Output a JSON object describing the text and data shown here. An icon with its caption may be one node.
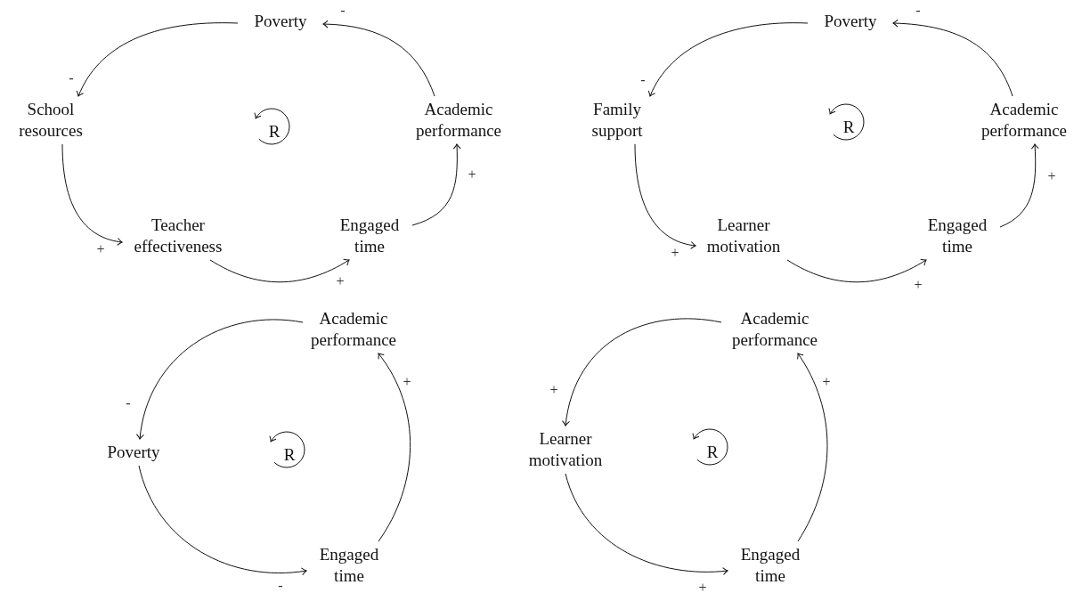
{
  "diagram": {
    "nodes": [
      {
        "text": [
          "Poverty"
        ]
      },
      {
        "text": [
          "School resources"
        ]
      },
      {
        "text": [
          "Teacher effectiveness"
        ]
      },
      {
        "text": [
          "Engaged time"
        ]
      },
      {
        "text": [
          "Academic performance"
        ]
      },
      {
        "text": [
          "Poverty"
        ]
      },
      {
        "text": [
          "Family support"
        ]
      },
      {
        "text": [
          "Learner motivation"
        ]
      },
      {
        "text": [
          "Engaged time"
        ]
      },
      {
        "text": [
          "Academic performance"
        ]
      },
      {
        "text": [
          "Academic performance"
        ]
      },
      {
        "text": [
          "Poverty"
        ]
      },
      {
        "text": [
          "Engaged time"
        ]
      },
      {
        "text": [
          "Academic performance"
        ]
      },
      {
        "text": [
          "Learner motivation"
        ]
      },
      {
        "text": [
          "Engaged time"
        ]
      }
    ],
    "edges": [
      {
        "from": 0,
        "to": 1,
        "arrow": "to",
        "label": "-"
      },
      {
        "from": 1,
        "to": 2,
        "arrow": "to",
        "label": "+"
      },
      {
        "from": 2,
        "to": 3,
        "arrow": "to",
        "label": "+"
      },
      {
        "from": 3,
        "to": 4,
        "arrow": "to",
        "label": "+"
      },
      {
        "from": 4,
        "to": 0,
        "arrow": "to",
        "label": "-"
      },
      {
        "from": 5,
        "to": 6,
        "arrow": "to",
        "label": "-"
      },
      {
        "from": 6,
        "to": 7,
        "arrow": "to",
        "label": "+"
      },
      {
        "from": 7,
        "to": 8,
        "arrow": "to",
        "label": "+"
      },
      {
        "from": 8,
        "to": 9,
        "arrow": "to",
        "label": "+"
      },
      {
        "from": 9,
        "to": 5,
        "arrow": "to",
        "label": "-"
      },
      {
        "from": 10,
        "to": 11,
        "arrow": "to",
        "label": "-"
      },
      {
        "from": 11,
        "to": 12,
        "arrow": "to",
        "label": "-"
      },
      {
        "from": 12,
        "to": 10,
        "arrow": "to",
        "label": "+"
      },
      {
        "from": 13,
        "to": 14,
        "arrow": "to",
        "label": "+"
      },
      {
        "from": 14,
        "to": 15,
        "arrow": "to",
        "label": "+"
      },
      {
        "from": 15,
        "to": 13,
        "arrow": "to",
        "label": "+"
      }
    ],
    "labels": [
      "R",
      "R",
      "R",
      "R"
    ]
  }
}
